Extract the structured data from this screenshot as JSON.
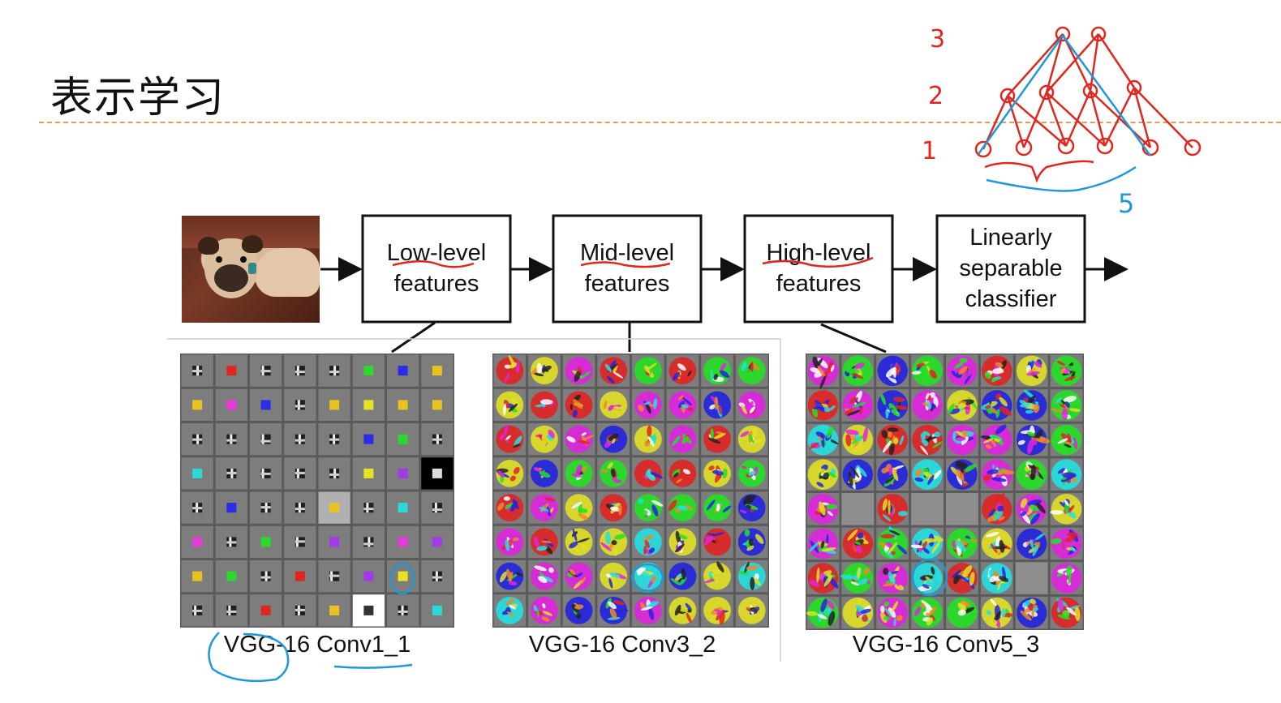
{
  "title": "表示学习",
  "pipeline": {
    "stages": [
      {
        "line1": "Low-level",
        "line2": "features"
      },
      {
        "line1": "Mid-level",
        "line2": "features"
      },
      {
        "line1": "High-level",
        "line2": "features"
      },
      {
        "line1": "Linearly",
        "line2": "separable",
        "line3": "classifier"
      }
    ]
  },
  "grids": [
    {
      "label": "VGG-16 Conv1_1"
    },
    {
      "label": "VGG-16 Conv3_2"
    },
    {
      "label": "VGG-16 Conv5_3"
    }
  ],
  "annotations": {
    "level_numbers": [
      "3",
      "2",
      "1"
    ],
    "count_label": "5"
  },
  "colors": {
    "ink_red": "#e0271f",
    "ink_blue": "#1e98d8",
    "dash_rule": "#d9a25a",
    "grid_gray": "#7d7d7d"
  }
}
